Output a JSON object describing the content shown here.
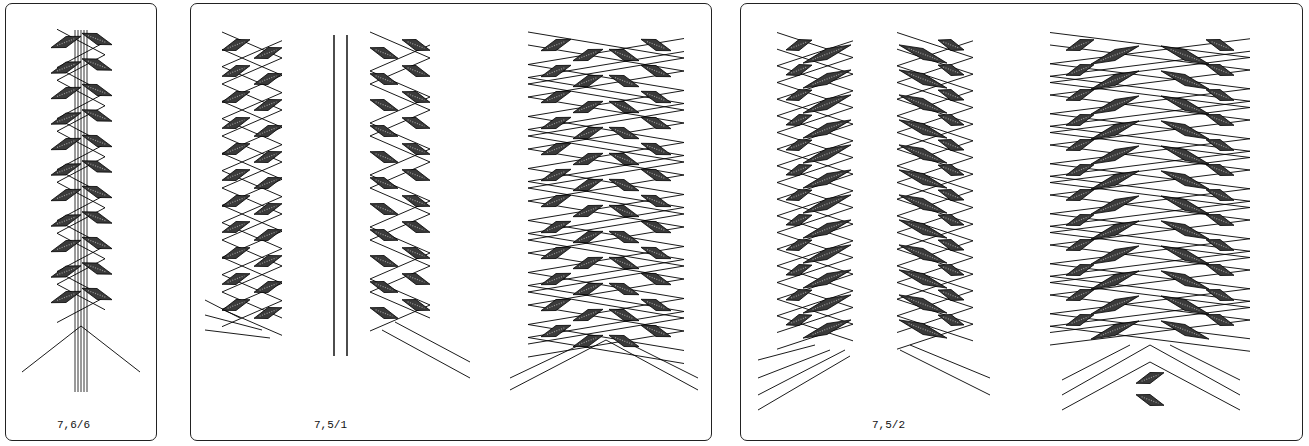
{
  "diagram": {
    "nodes": [
      {
        "text": [
          "7,6/6"
        ]
      },
      {
        "text": [
          "7,5/1"
        ]
      },
      {
        "text": [
          "7,5/2"
        ]
      }
    ]
  }
}
